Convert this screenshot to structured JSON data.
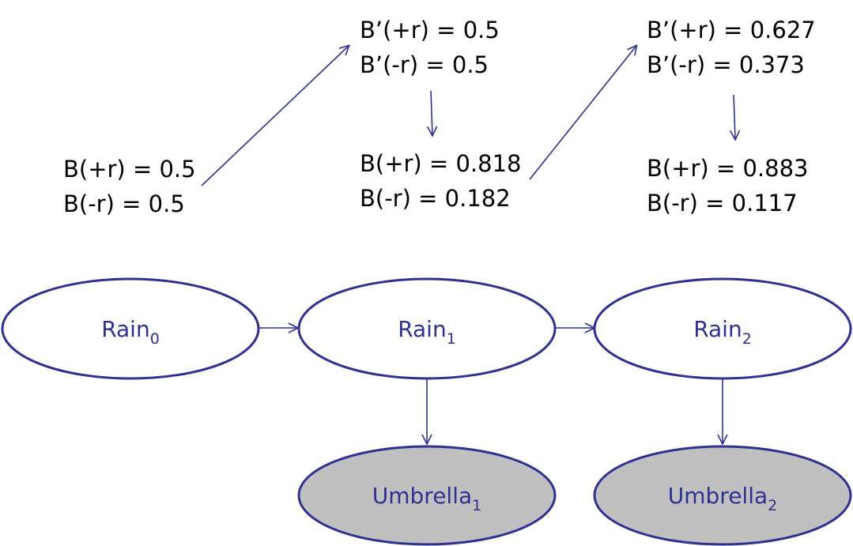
{
  "colors": {
    "edge": "#2e3192",
    "node_stroke": "#2e3192",
    "node_label": "#2e3192",
    "hidden_fill": "#ffffff",
    "observed_fill": "#c0c0c0",
    "text": "#000000"
  },
  "beliefs": {
    "b0": {
      "plus": "B(+r) = 0.5",
      "minus": "B(-r)  = 0.5"
    },
    "bp1": {
      "plus": "B’(+r) = 0.5",
      "minus": "B’(-r)  = 0.5"
    },
    "b1": {
      "plus": "B(+r) = 0.818",
      "minus": "B(-r)  = 0.182"
    },
    "bp2": {
      "plus": "B’(+r) = 0.627",
      "minus": "B’(-r)  = 0.373"
    },
    "b2": {
      "plus": "B(+r) = 0.883",
      "minus": "B(-r)  = 0.117"
    }
  },
  "nodes": {
    "rain0": {
      "base": "Rain",
      "sub": "0",
      "observed": false
    },
    "rain1": {
      "base": "Rain",
      "sub": "1",
      "observed": false
    },
    "rain2": {
      "base": "Rain",
      "sub": "2",
      "observed": false
    },
    "umbrella1": {
      "base": "Umbrella",
      "sub": "1",
      "observed": true
    },
    "umbrella2": {
      "base": "Umbrella",
      "sub": "2",
      "observed": true
    }
  }
}
